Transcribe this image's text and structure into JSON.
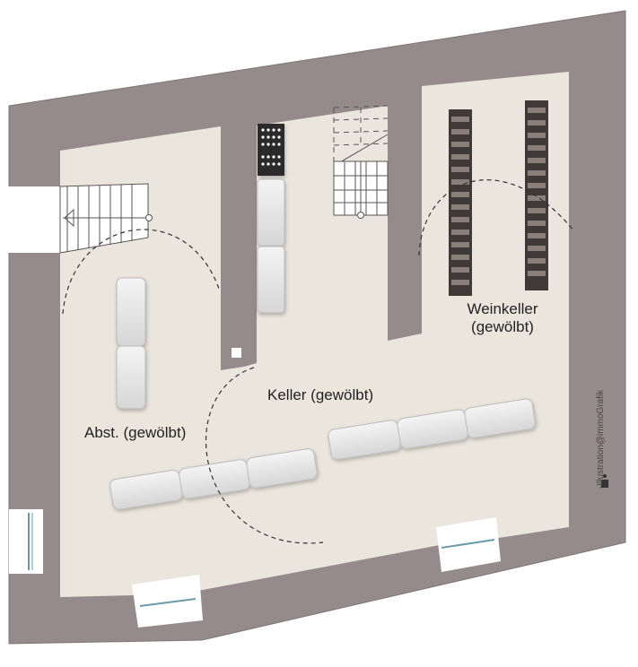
{
  "floor_plan": {
    "rooms": [
      {
        "id": "keller",
        "label": "Keller (gewölbt)"
      },
      {
        "id": "abstellraum",
        "label": "Abst. (gewölbt)"
      },
      {
        "id": "weinkeller",
        "label_line1": "Weinkeller",
        "label_line2": "(gewölbt)"
      }
    ],
    "credit": "-Illustration@immoGrafik",
    "credit_logo": "sparkasse-logo",
    "colors": {
      "wall": "#958b8c",
      "floor": "#ebe6dd",
      "shelf": "#d9d9d9",
      "wine_rack": "#3f3a37"
    }
  }
}
